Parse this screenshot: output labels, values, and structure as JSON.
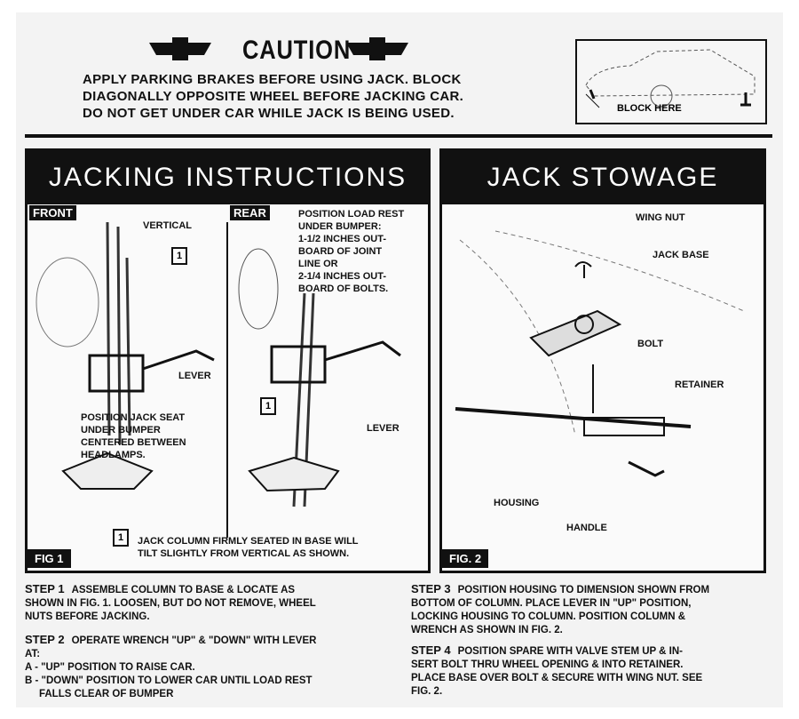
{
  "caution": {
    "title": "CAUTION",
    "lines": [
      "APPLY PARKING BRAKES BEFORE USING JACK. BLOCK",
      "DIAGONALLY OPPOSITE WHEEL BEFORE JACKING CAR.",
      "DO NOT GET UNDER CAR WHILE JACK IS BEING USED."
    ],
    "block_label": "BLOCK HERE"
  },
  "jacking": {
    "title": "JACKING INSTRUCTIONS",
    "front_tag": "FRONT",
    "rear_tag": "REAR",
    "vertical": "VERTICAL",
    "lever_front": "LEVER",
    "lever_rear": "LEVER",
    "box_num": "1",
    "seat_note": "POSITION JACK SEAT\nUNDER BUMPER\nCENTERED BETWEEN\nHEADLAMPS.",
    "load_rest_note": "POSITION LOAD REST\nUNDER BUMPER:\n1-1/2 INCHES OUT-\nBOARD OF JOINT\nLINE OR\n2-1/4 INCHES OUT-\nBOARD OF BOLTS.",
    "column_note": "JACK COLUMN FIRMLY SEATED IN BASE WILL\nTILT SLIGHTLY FROM VERTICAL AS SHOWN.",
    "fig": "FIG 1"
  },
  "stowage": {
    "title": "JACK STOWAGE",
    "wing_nut": "WING NUT",
    "jack_base": "JACK BASE",
    "bolt": "BOLT",
    "retainer": "RETAINER",
    "housing": "HOUSING",
    "handle": "HANDLE",
    "fig": "FIG. 2"
  },
  "steps": [
    {
      "label": "STEP 1",
      "lines": [
        "ASSEMBLE COLUMN TO BASE & LOCATE AS",
        "SHOWN IN FIG. 1.  LOOSEN, BUT DO NOT REMOVE, WHEEL",
        "NUTS BEFORE JACKING."
      ]
    },
    {
      "label": "STEP 2",
      "lines": [
        "OPERATE WRENCH \"UP\" & \"DOWN\" WITH LEVER",
        "AT:",
        "A - \"UP\" POSITION TO RAISE CAR.",
        "B - \"DOWN\" POSITION TO LOWER CAR UNTIL LOAD REST",
        "     FALLS CLEAR OF BUMPER"
      ]
    },
    {
      "label": "STEP 3",
      "lines": [
        "POSITION HOUSING TO DIMENSION SHOWN FROM",
        "BOTTOM OF COLUMN.  PLACE LEVER IN \"UP\" POSITION,",
        "LOCKING HOUSING TO COLUMN.  POSITION COLUMN &",
        "WRENCH AS SHOWN IN FIG. 2."
      ]
    },
    {
      "label": "STEP 4",
      "lines": [
        "POSITION SPARE WITH VALVE STEM UP & IN-",
        "SERT BOLT THRU WHEEL OPENING & INTO RETAINER.",
        "PLACE BASE OVER BOLT & SECURE WITH WING NUT.  SEE",
        "FIG. 2."
      ]
    }
  ]
}
